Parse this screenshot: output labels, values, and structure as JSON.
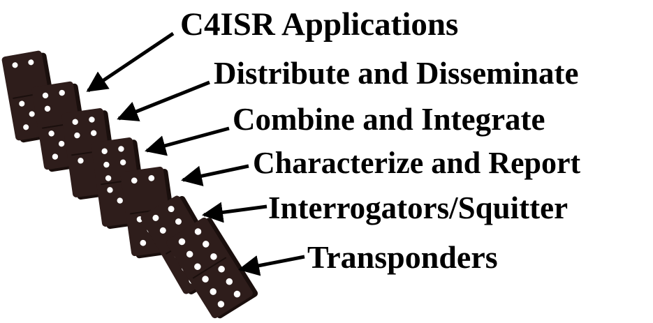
{
  "layers": [
    {
      "label": "C4ISR Applications"
    },
    {
      "label": "Distribute and Disseminate"
    },
    {
      "label": "Combine and Integrate"
    },
    {
      "label": "Characterize and Report"
    },
    {
      "label": "Interrogators/Squitter"
    },
    {
      "label": "Transponders"
    }
  ],
  "colors": {
    "domino_face": "#2e1d1b",
    "domino_side": "#1a0f0d",
    "pip": "#ffffff",
    "text": "#000000",
    "background": "#ffffff"
  }
}
